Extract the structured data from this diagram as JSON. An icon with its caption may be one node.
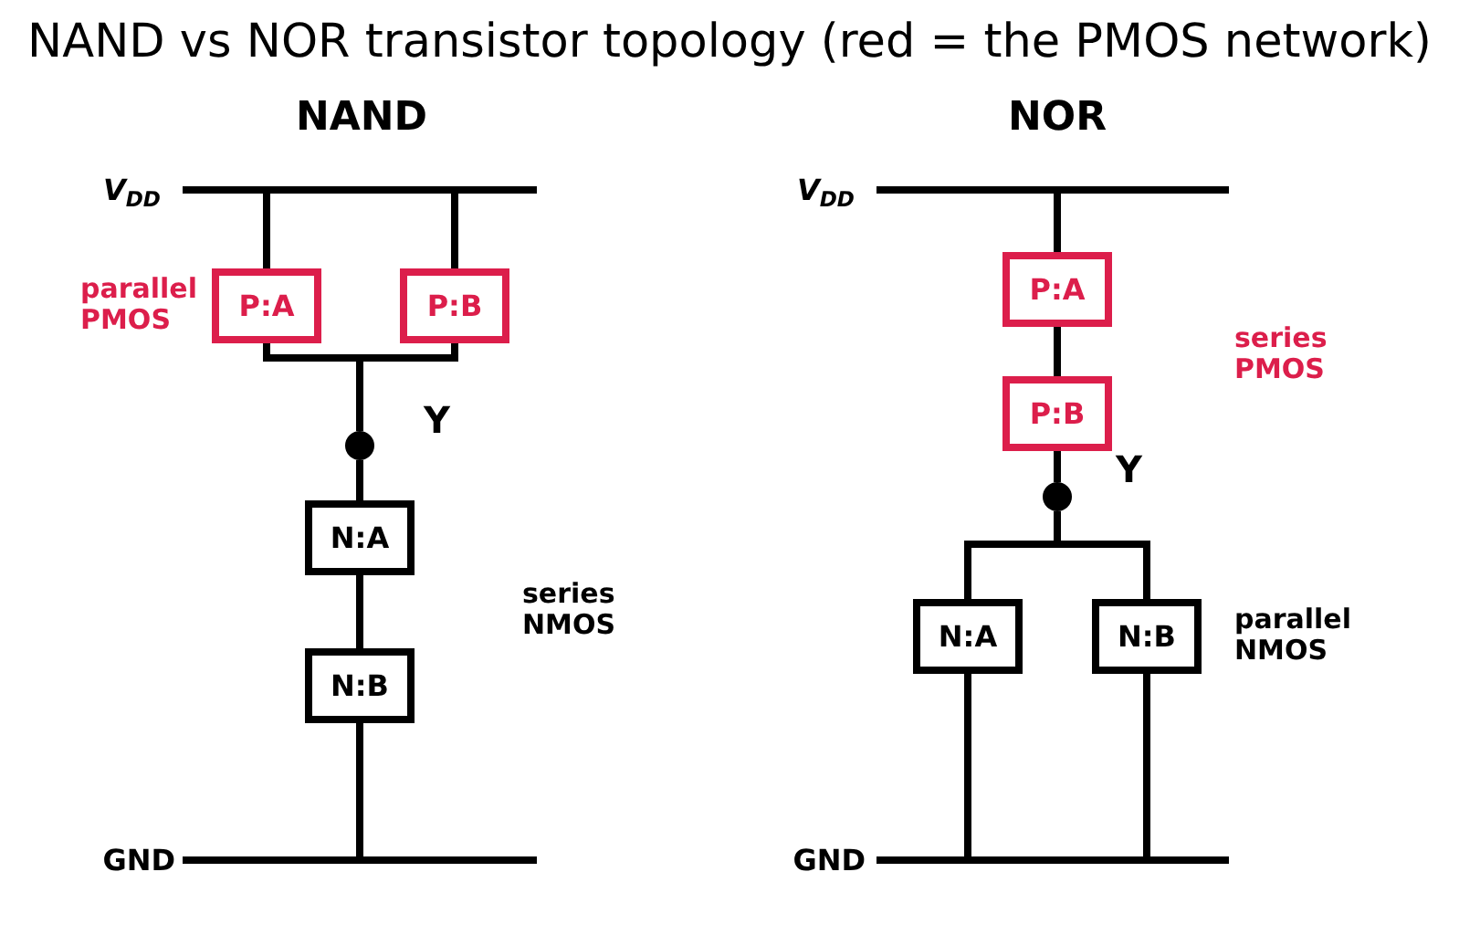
{
  "diagram": {
    "title": "NAND vs NOR transistor topology (red = the PMOS network)",
    "nodes": [
      {
        "text": [
          "V$_{DD}$"
        ]
      },
      {
        "text": [
          "P:A"
        ]
      },
      {
        "text": [
          "P:B"
        ]
      },
      {
        "text": [
          "Y"
        ]
      },
      {
        "text": [
          "N:A"
        ]
      },
      {
        "text": [
          "N:B"
        ]
      },
      {
        "text": [
          "GND"
        ]
      },
      {
        "text": [
          "V$_{DD}$"
        ]
      },
      {
        "text": [
          "P:A"
        ]
      },
      {
        "text": [
          "P:B"
        ]
      },
      {
        "text": [
          "Y"
        ]
      },
      {
        "text": [
          "N:A"
        ]
      },
      {
        "text": [
          "N:B"
        ]
      },
      {
        "text": [
          "GND"
        ]
      }
    ],
    "edges": [
      {
        "from": 0,
        "to": 1,
        "arrow": "none"
      },
      {
        "from": 0,
        "to": 2,
        "arrow": "none"
      },
      {
        "from": 1,
        "to": 3,
        "arrow": "none"
      },
      {
        "from": 2,
        "to": 3,
        "arrow": "none"
      },
      {
        "from": 3,
        "to": 4,
        "arrow": "none"
      },
      {
        "from": 4,
        "to": 5,
        "arrow": "none"
      },
      {
        "from": 5,
        "to": 6,
        "arrow": "none"
      },
      {
        "from": 7,
        "to": 8,
        "arrow": "none"
      },
      {
        "from": 8,
        "to": 9,
        "arrow": "none"
      },
      {
        "from": 9,
        "to": 10,
        "arrow": "none"
      },
      {
        "from": 10,
        "to": 11,
        "arrow": "none"
      },
      {
        "from": 10,
        "to": 12,
        "arrow": "none"
      },
      {
        "from": 11,
        "to": 13,
        "arrow": "none"
      },
      {
        "from": 12,
        "to": 13,
        "arrow": "none"
      }
    ],
    "labels": [
      "NAND",
      "NOR",
      "parallel PMOS",
      "series PMOS",
      "series NMOS",
      "parallel NMOS"
    ]
  }
}
